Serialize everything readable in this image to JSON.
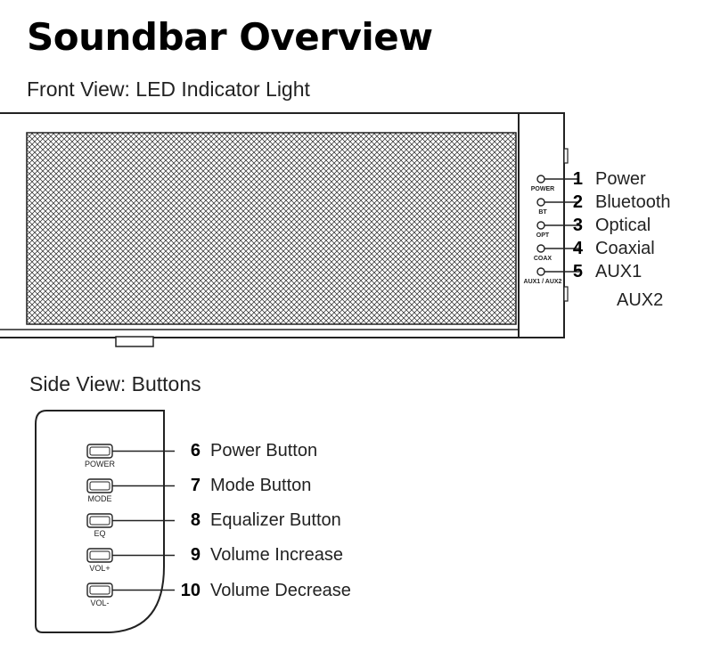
{
  "title": "Soundbar Overview",
  "front": {
    "subtitle": "Front View: LED Indicator Light",
    "leds": [
      {
        "label": "POWER"
      },
      {
        "label": "BT"
      },
      {
        "label": "OPT"
      },
      {
        "label": "COAX"
      },
      {
        "label": "AUX1 / AUX2"
      }
    ],
    "callouts": [
      {
        "num": "1",
        "text": "Power"
      },
      {
        "num": "2",
        "text": "Bluetooth"
      },
      {
        "num": "3",
        "text": "Optical"
      },
      {
        "num": "4",
        "text": "Coaxial"
      },
      {
        "num": "5",
        "text": "AUX1"
      }
    ],
    "extra_label": "AUX2"
  },
  "side": {
    "subtitle": "Side View: Buttons",
    "buttons": [
      {
        "label": "POWER"
      },
      {
        "label": "MODE"
      },
      {
        "label": "EQ"
      },
      {
        "label": "VOL+"
      },
      {
        "label": "VOL-"
      }
    ],
    "callouts": [
      {
        "num": "6",
        "text": "Power Button"
      },
      {
        "num": "7",
        "text": "Mode Button"
      },
      {
        "num": "8",
        "text": "Equalizer Button"
      },
      {
        "num": "9",
        "text": "Volume Increase"
      },
      {
        "num": "10",
        "text": "Volume Decrease"
      }
    ]
  }
}
